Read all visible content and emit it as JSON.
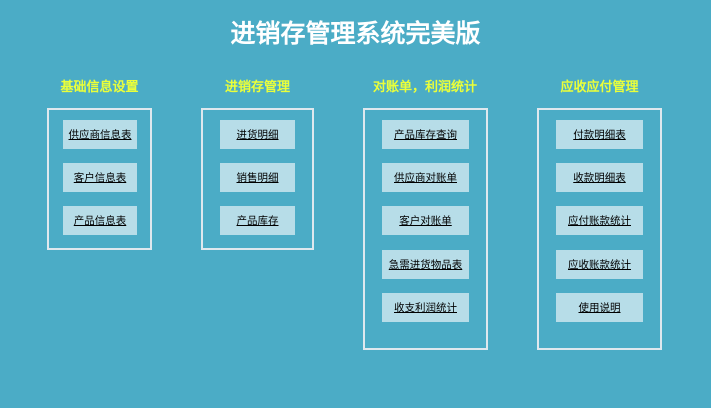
{
  "title": "进销存管理系统完美版",
  "sections": [
    {
      "header": "基础信息设置",
      "items": [
        "供应商信息表",
        "客户信息表",
        "产品信息表"
      ]
    },
    {
      "header": "进销存管理",
      "items": [
        "进货明细",
        "销售明细",
        "产品库存"
      ]
    },
    {
      "header": "对账单，利润统计",
      "items": [
        "产品库存查询",
        "供应商对账单",
        "客户对账单",
        "急需进货物品表",
        "收支利润统计"
      ]
    },
    {
      "header": "应收应付管理",
      "items": [
        "付款明细表",
        "收款明细表",
        "应付账款统计",
        "应收账款统计",
        "使用说明"
      ]
    }
  ]
}
